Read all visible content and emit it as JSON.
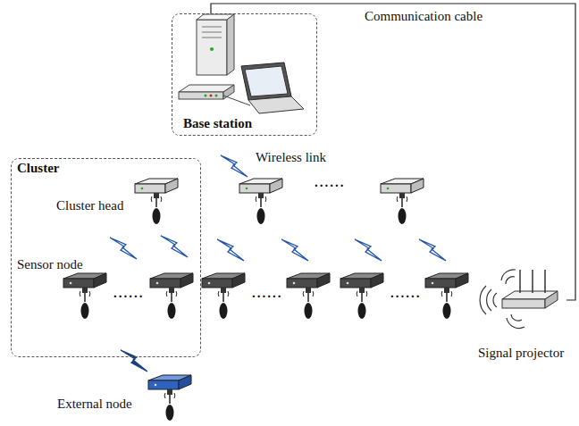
{
  "diagram": {
    "nodes": [
      {
        "text": [
          "Base station"
        ]
      },
      {
        "text": [
          "Cluster"
        ]
      },
      {
        "text": [
          "Cluster head"
        ],
        "in": 1
      },
      {
        "text": [
          "Sensor node"
        ],
        "in": 1
      },
      {
        "text": [
          "External node"
        ]
      },
      {
        "text": [
          "Signal projector"
        ]
      }
    ],
    "edges": [
      {
        "from": 0,
        "to": 5,
        "arrow": "none",
        "label": "Communication cable"
      }
    ],
    "labels": [
      "Wireless link",
      "......",
      "......",
      "......",
      "......"
    ]
  }
}
